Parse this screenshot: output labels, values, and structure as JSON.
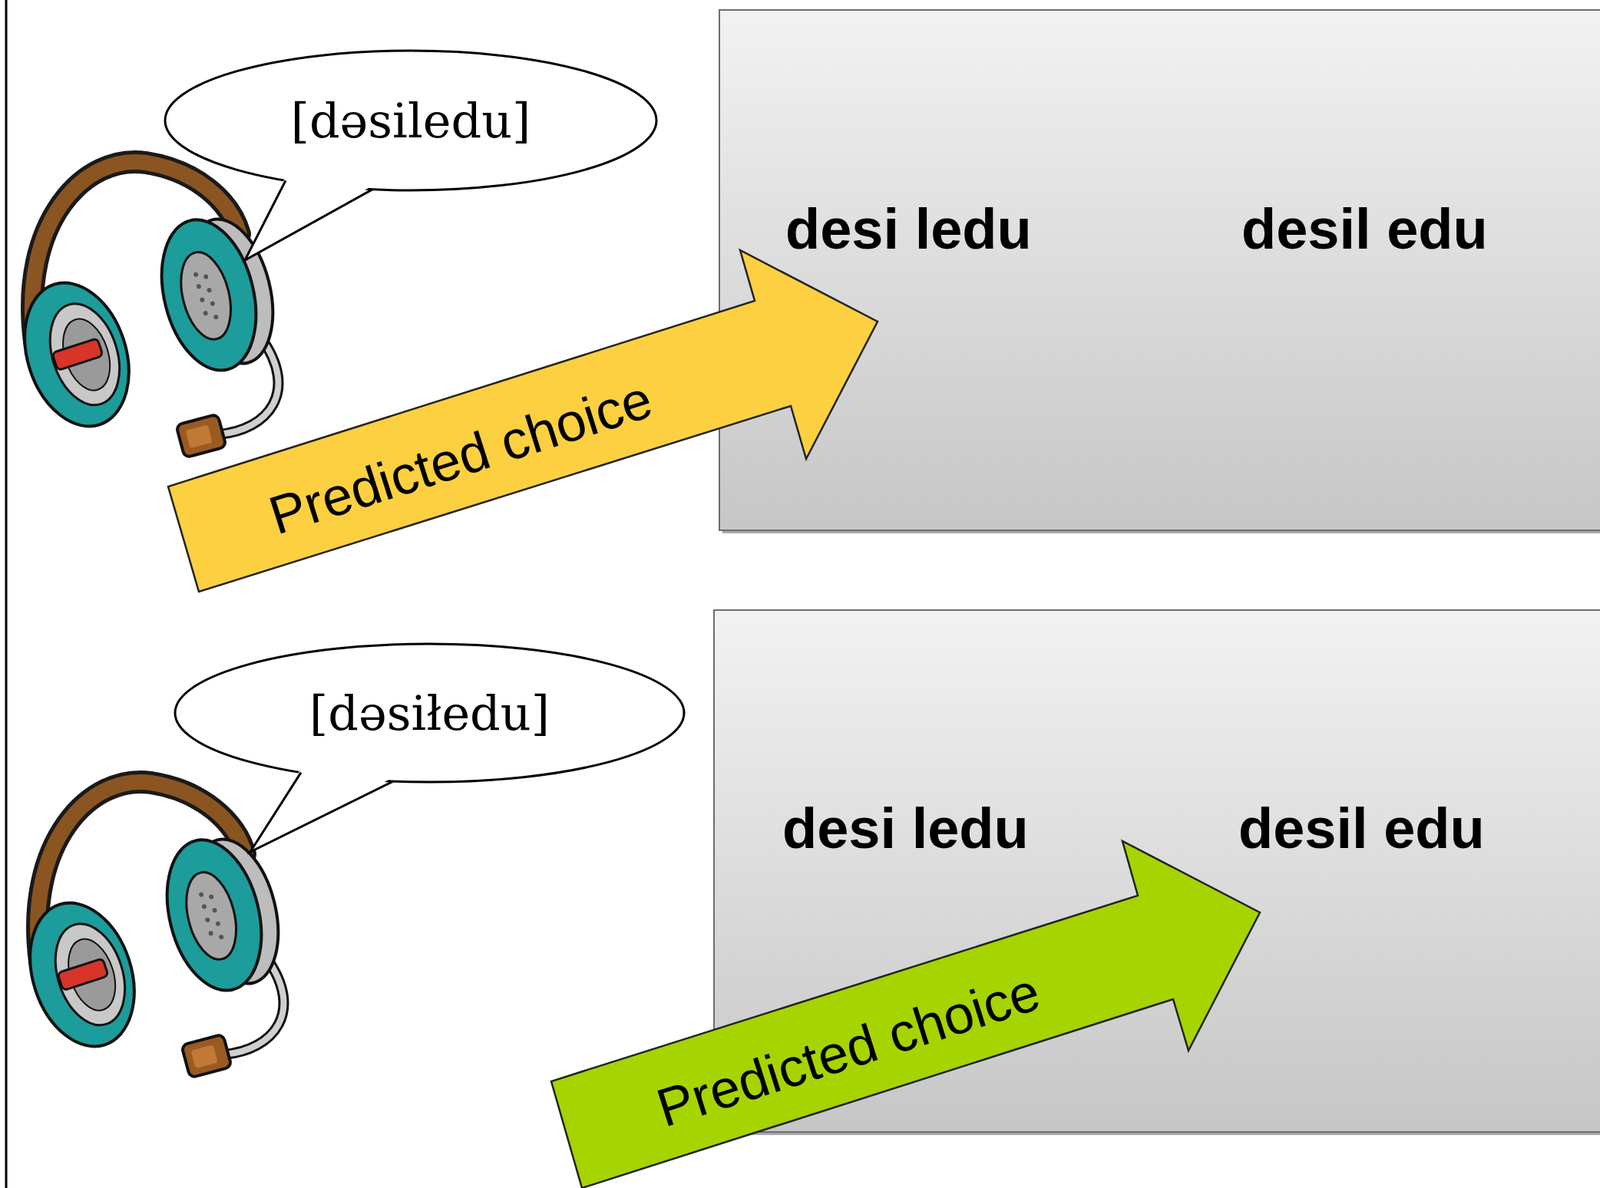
{
  "diagram": {
    "nodes": [
      {
        "text": [
          "[dəsiledu]"
        ]
      },
      {
        "text": [
          "desi ledu",
          "desil edu"
        ]
      },
      {
        "text": [
          "[dəsiłedu]"
        ]
      },
      {
        "text": [
          "desi ledu",
          "desil edu"
        ]
      }
    ],
    "labels": [
      "Predicted choice",
      "Predicted choice"
    ]
  }
}
